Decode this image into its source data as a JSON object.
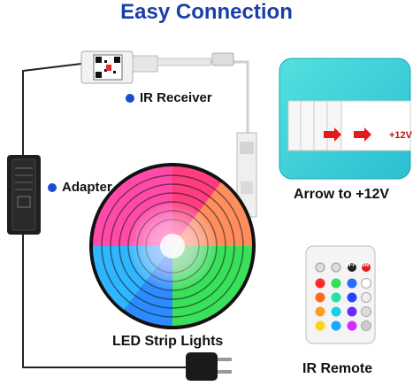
{
  "title": "Easy Connection",
  "labels": {
    "ir_receiver": "IR Receiver",
    "adapter": "Adapter",
    "arrow_to_12v": "Arrow to +12V",
    "led_strip_lights": "LED Strip Lights",
    "ir_remote": "IR Remote"
  },
  "remote_buttons": [
    "",
    "",
    "OFF",
    "ON"
  ],
  "connector_marking": "+12V",
  "colors": {
    "title": "#1a3fa8",
    "label_dot": "#1a4ccc",
    "cable": "#222222",
    "callout_bg": "#3fd3d6",
    "arrow": "#e31b1b",
    "adapter_body": "#1f1f1f",
    "remote_body": "#f4f4f4"
  },
  "icons": [
    "qr-code-icon",
    "power-plug-icon"
  ]
}
